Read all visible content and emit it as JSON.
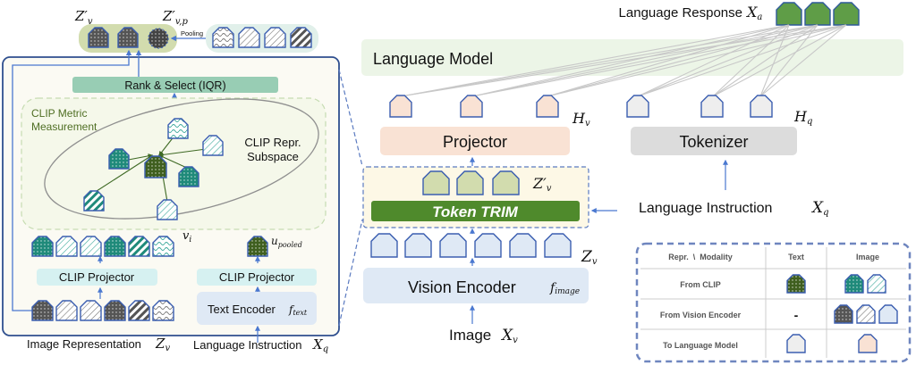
{
  "left_panel": {
    "selected_token_label": "Z'v",
    "pooled_token_label": "Z'v,p",
    "pooling_label": "Pooling",
    "rank_select_label": "Rank & Select (IQR)",
    "clip_metric_label_line1": "CLIP Metric",
    "clip_metric_label_line2": "Measurement",
    "clip_subspace_label_line1": "CLIP Repr.",
    "clip_subspace_label_line2": "Subspace",
    "vi_label": "v",
    "vi_sub": "i",
    "upooled_label": "u",
    "upooled_sub": "pooled",
    "clip_projector_left": "CLIP Projector",
    "clip_projector_right": "CLIP Projector",
    "text_encoder_label": "Text Encoder",
    "text_encoder_fn": "f",
    "text_encoder_fn_sub": "text",
    "image_repr_caption": "Image Representation",
    "image_repr_var": "Z",
    "image_repr_var_sub": "v",
    "lang_instr_caption": "Language Instruction",
    "lang_instr_var": "X",
    "lang_instr_var_sub": "q"
  },
  "center_panel": {
    "language_response_label": "Language Response",
    "language_response_var": "X",
    "language_response_sub": "a",
    "language_model_label": "Language Model",
    "hv_label": "H",
    "hv_sub": "v",
    "hq_label": "H",
    "hq_sub": "q",
    "projector_label": "Projector",
    "tokenizer_label": "Tokenizer",
    "zv_prime_label": "Z'",
    "zv_prime_sub": "v",
    "token_trim_label": "Token TRIM",
    "lang_instr_label": "Language Instruction",
    "lang_instr_var": "X",
    "lang_instr_sub": "q",
    "zv_label": "Z",
    "zv_sub": "v",
    "vision_encoder_label": "Vision Encoder",
    "vision_encoder_fn": "f",
    "vision_encoder_fn_sub": "image",
    "image_label": "Image",
    "image_var": "X",
    "image_sub": "v"
  },
  "legend_table": {
    "header": [
      "Repr.  \\  Modality",
      "Text",
      "Image"
    ],
    "rows": [
      {
        "label": "From CLIP",
        "text": "dark-green-dotted-token",
        "image": "teal-dotted-token, teal-hatched-token"
      },
      {
        "label": "From Vision Encoder",
        "text": "-",
        "image": "gray-dotted-token, gray-hatched-token, blue-plain-token"
      },
      {
        "label": "To Language Model",
        "text": "light-gray-token",
        "image": "peach-token"
      }
    ]
  },
  "colors": {
    "token_outline": "#3b5eb0",
    "dark_green": "#3f5f1f",
    "teal": "#1f8a7a",
    "response_green": "#5f9d47",
    "token_trim_green": "#4f8a2c",
    "peach": "#f9e2d4",
    "light_gray": "#eeeeee",
    "light_blue": "#dfe9f5",
    "rank_box": "#98cdb4",
    "clip_proj": "#d6f1f1",
    "panel_bg": "#fbfaf3"
  }
}
